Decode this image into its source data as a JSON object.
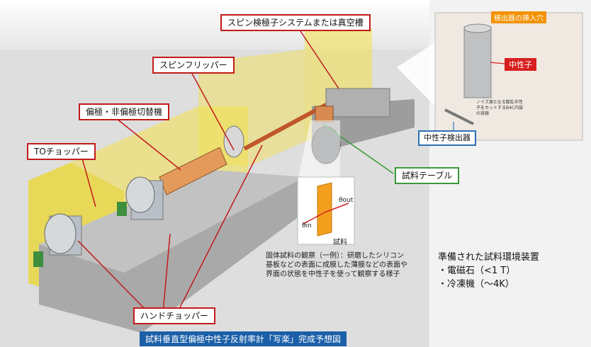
{
  "labels": {
    "spin_analyzer": "スピン検極子システムまたは真空槽",
    "spin_flipper": "スピンフリッパー",
    "polarizer_switch": "偏極・非偏極切替機",
    "to_chopper": "TOチョッパー",
    "sample_table": "試料テーブル",
    "hand_chopper": "ハンドチョッパー",
    "detector_insert": "検出器の挿入穴",
    "neutron": "中性子",
    "neutron_detector": "中性子検出器",
    "sample": "試料"
  },
  "photo_note": "ノイズ源となる散乱中性子をカットするB4C内装の容器",
  "inset": {
    "theta_out": "θout",
    "theta_in": "θin"
  },
  "observation": "固体試料の観察（一例）：研磨したシリコン基板などの表面に成膜した薄膜などの表面や界面の状態を中性子を使って観察する様子",
  "environment": {
    "title": "準備された試料環境装置",
    "items": [
      "・電磁石（<1 T）",
      "・冷凍機（～4K）"
    ]
  },
  "caption": "試料垂直型偏極中性子反射率計「写楽」完成予想図",
  "colors": {
    "shield_yellow": "#f2e04a",
    "callout_red": "#c21b1b",
    "callout_green": "#3a9a3a",
    "callout_blue": "#2c6fb4",
    "caption_blue": "#1b5fa8",
    "tag_orange": "#f39200"
  }
}
